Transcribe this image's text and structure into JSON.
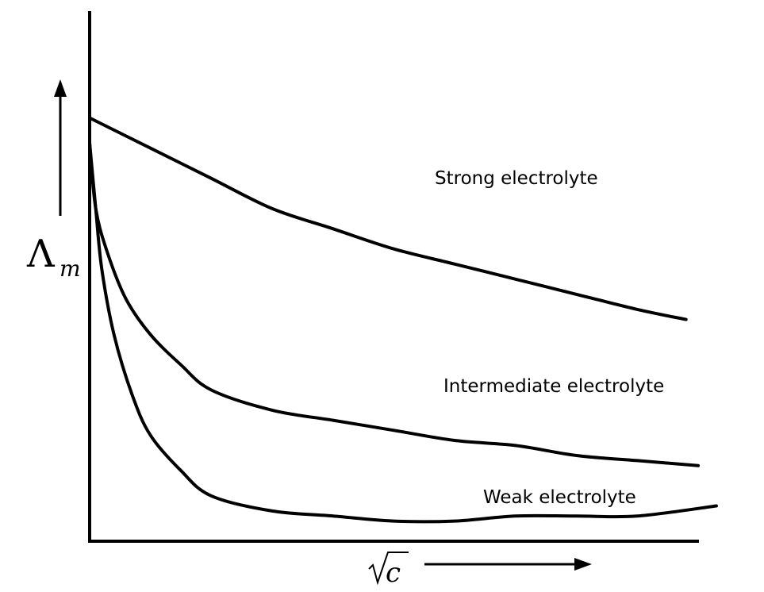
{
  "chart_data": {
    "type": "line",
    "title": "",
    "xlabel": "c",
    "xlabel_has_sqrt": true,
    "ylabel_main": "Λ",
    "ylabel_sub": "m",
    "axis_tick_labels": false,
    "grid": false,
    "xlim": [
      0,
      1
    ],
    "ylim": [
      0,
      1
    ],
    "series": [
      {
        "name": "Strong electrolyte",
        "x": [
          0.0,
          0.1,
          0.2,
          0.3,
          0.4,
          0.5,
          0.6,
          0.7,
          0.8,
          0.9,
          0.98
        ],
        "y": [
          0.84,
          0.78,
          0.72,
          0.66,
          0.62,
          0.58,
          0.55,
          0.52,
          0.49,
          0.46,
          0.44
        ]
      },
      {
        "name": "Intermediate electrolyte",
        "x": [
          0.0,
          0.01,
          0.03,
          0.06,
          0.1,
          0.15,
          0.2,
          0.3,
          0.4,
          0.5,
          0.6,
          0.7,
          0.8,
          0.9,
          1.0
        ],
        "y": [
          0.79,
          0.66,
          0.57,
          0.48,
          0.41,
          0.35,
          0.3,
          0.26,
          0.24,
          0.22,
          0.2,
          0.19,
          0.17,
          0.16,
          0.15
        ]
      },
      {
        "name": "Weak electrolyte",
        "x": [
          0.0,
          0.01,
          0.02,
          0.04,
          0.07,
          0.1,
          0.15,
          0.2,
          0.3,
          0.4,
          0.5,
          0.6,
          0.7,
          0.8,
          0.9,
          1.03
        ],
        "y": [
          0.79,
          0.66,
          0.54,
          0.41,
          0.29,
          0.21,
          0.14,
          0.09,
          0.06,
          0.05,
          0.04,
          0.04,
          0.05,
          0.05,
          0.05,
          0.07
        ]
      }
    ]
  }
}
